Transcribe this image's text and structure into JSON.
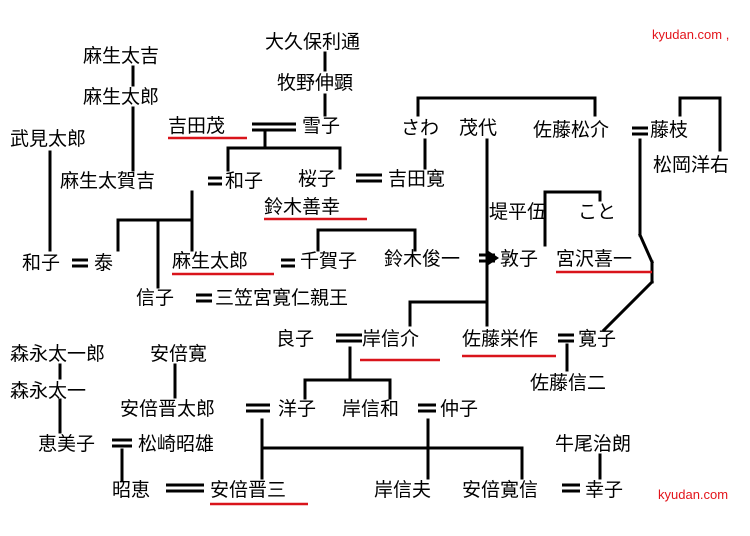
{
  "watermark_top": "kyudan.com ,",
  "watermark_bottom": "kyudan.com",
  "colors": {
    "line": "#000000",
    "underline": "#d9141b",
    "watermark": "#e3141b"
  },
  "people": {
    "okubo_toshimichi": "大久保利通",
    "makino_nobuaki": "牧野伸顕",
    "aso_takichi": "麻生太吉",
    "aso_taro_sr": "麻生太郎",
    "takemi_taro": "武見太郎",
    "yoshida_shigeru": "吉田茂",
    "yukiko": "雪子",
    "sawa": "さわ",
    "moyo": "茂代",
    "sato_matsusuke": "佐藤松介",
    "fujie": "藤枝",
    "matsuoka_yosuke": "松岡洋右",
    "aso_takakichi": "麻生太賀吉",
    "kazuko_aso": "和子",
    "sakurako": "桜子",
    "yoshida_hiroshi": "吉田寛",
    "suzuki_zenko": "鈴木善幸",
    "tsutsumi_heigo": "堤平伍",
    "koto": "こと",
    "kazuko_takemi": "和子",
    "yasushi": "泰",
    "aso_taro": "麻生太郎",
    "chikako": "千賀子",
    "suzuki_shunichi": "鈴木俊一",
    "atsuko": "敦子",
    "miyazawa_kiichi": "宮沢喜一",
    "nobuko": "信子",
    "mikasa_tomohito": "三笠宮寛仁親王",
    "yoshiko": "良子",
    "kishi_nobusuke": "岸信介",
    "sato_eisaku": "佐藤栄作",
    "hiroko": "寛子",
    "sato_shinji": "佐藤信二",
    "morinaga_taichiro": "森永太一郎",
    "abe_kan": "安倍寛",
    "morinaga_taichi": "森永太一",
    "abe_shintaro": "安倍晋太郎",
    "yoko": "洋子",
    "kishi_nobukazu": "岸信和",
    "nakako": "仲子",
    "emiko": "恵美子",
    "matsuzaki_akio": "松崎昭雄",
    "ushio_haruo": "牛尾治朗",
    "akie": "昭恵",
    "abe_shinzo": "安倍晋三",
    "kishi_nobuo": "岸信夫",
    "abe_hironobu": "安倍寛信",
    "sachiko": "幸子"
  }
}
